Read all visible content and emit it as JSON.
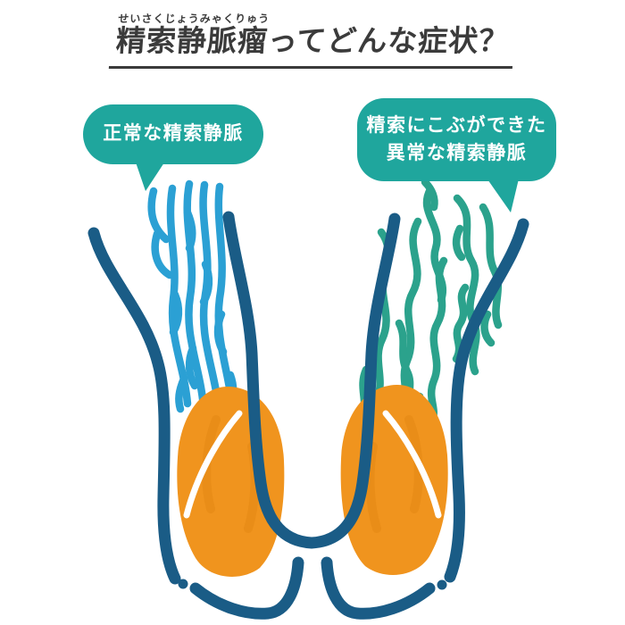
{
  "title": {
    "base": "精索静脈瘤",
    "furigana": "せいさくじょうみゃくりゅう",
    "suffix": "ってどんな症状？"
  },
  "labels": {
    "normal": "正常な精索静脈",
    "abnormal_line1": "精索にこぶができた",
    "abnormal_line2": "異常な精索静脈"
  },
  "colors": {
    "bubble_teal": "#1fa69d",
    "outline_navy": "#1a5c86",
    "normal_vein_blue": "#2ba0d4",
    "abnormal_vein_teal": "#2ba28c",
    "testis_orange": "#f0941e",
    "title_text": "#3b3b3b",
    "background": "#ffffff"
  }
}
